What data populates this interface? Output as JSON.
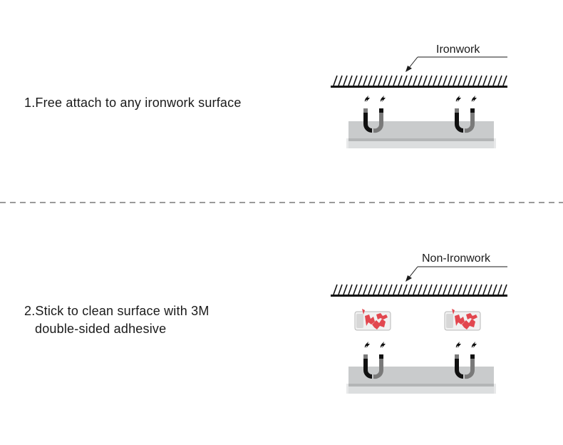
{
  "steps": [
    {
      "number": "1.",
      "text_line1": "Free attach to any ironwork surface",
      "text_line2": "",
      "surface_label": "Ironwork",
      "has_adhesive_pads": false
    },
    {
      "number": "2.",
      "text_line1": "Stick to clean surface with 3M",
      "text_line2": "double-sided adhesive",
      "surface_label": "Non-Ironwork",
      "has_adhesive_pads": true
    }
  ],
  "icons": {
    "magnet": "horseshoe-magnet-icon",
    "bolt": "lightning-bolt-icon",
    "adhesive": "3m-adhesive-pad-icon"
  },
  "colors": {
    "text": "#1a1a1a",
    "divider": "#9a9a9a",
    "bar_top": "#c9cbcc",
    "bar_stripe": "#b3b5b6",
    "bar_bottom": "#dcdedf",
    "magnet_dark": "#111111",
    "magnet_gray": "#7a7a7a",
    "adhesive_red": "#e2474f"
  }
}
